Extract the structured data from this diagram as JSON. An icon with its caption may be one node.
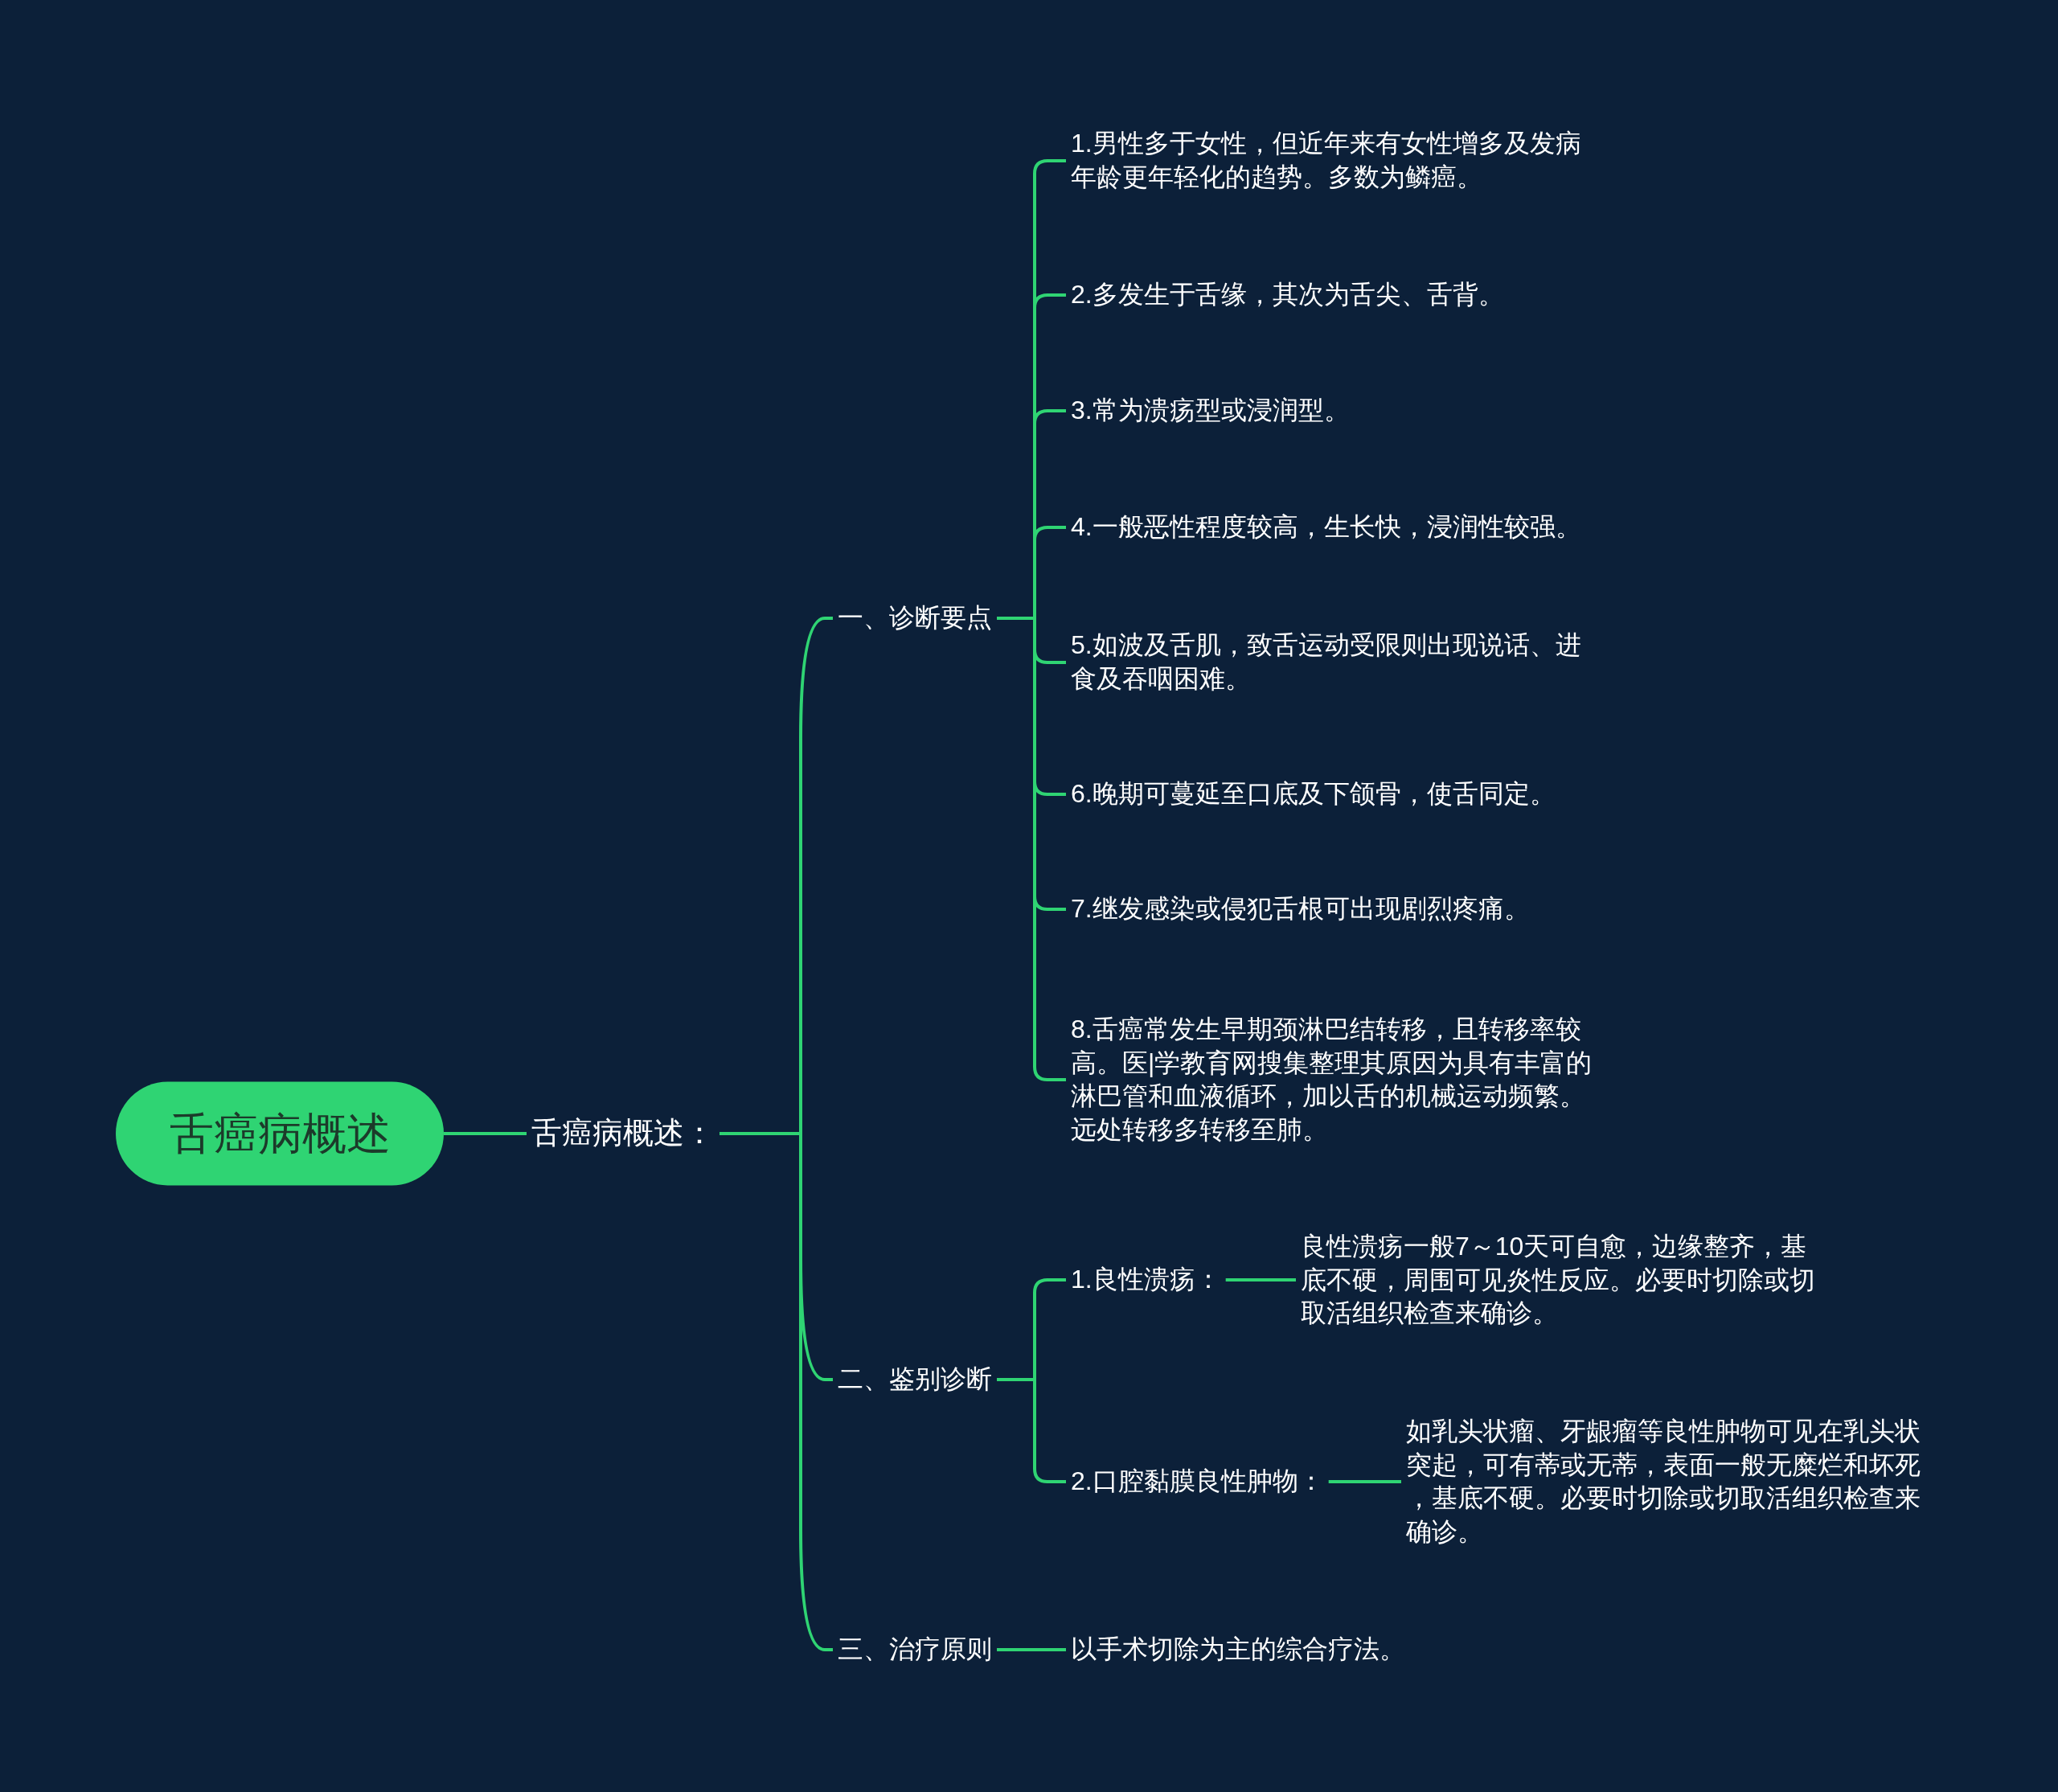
{
  "diagram": {
    "nodes": [
      {
        "text": [
          "舌癌病概述"
        ]
      },
      {
        "text": [
          "舌癌病概述："
        ]
      },
      {
        "text": [
          "一、诊断要点"
        ]
      },
      {
        "text": [
          "1.男性多于女性，但近年来有女性增多及发病年龄更年轻化的趋势。多数为鳞癌。"
        ]
      },
      {
        "text": [
          "2.多发生于舌缘，其次为舌尖、舌背。"
        ]
      },
      {
        "text": [
          "3.常为溃疡型或浸润型。"
        ]
      },
      {
        "text": [
          "4.一般恶性程度较高，生长快，浸润性较强。"
        ]
      },
      {
        "text": [
          "5.如波及舌肌，致舌运动受限则出现说话、进食及吞咽困难。"
        ]
      },
      {
        "text": [
          "6.晚期可蔓延至口底及下颌骨，使舌同定。"
        ]
      },
      {
        "text": [
          "7.继发感染或侵犯舌根可出现剧烈疼痛。"
        ]
      },
      {
        "text": [
          "8.舌癌常发生早期颈淋巴结转移，且转移率较高。医|学教育网搜集整理其原因为具有丰富的淋巴管和血液循环，加以舌的机械运动频繁。远处转移多转移至肺。"
        ]
      },
      {
        "text": [
          "二、鉴别诊断"
        ]
      },
      {
        "text": [
          "1.良性溃疡："
        ]
      },
      {
        "text": [
          "良性溃疡一般7～10天可自愈，边缘整齐，基底不硬，周围可见炎性反应。必要时切除或切取活组织检查来确诊。"
        ]
      },
      {
        "text": [
          "2.口腔黏膜良性肿物："
        ]
      },
      {
        "text": [
          "如乳头状瘤、牙龈瘤等良性肿物可见在乳头状突起，可有蒂或无蒂，表面一般无糜烂和坏死，基底不硬。必要时切除或切取活组织检查来确诊。"
        ]
      },
      {
        "text": [
          "三、治疗原则"
        ]
      },
      {
        "text": [
          "以手术切除为主的综合疗法。"
        ]
      }
    ],
    "edges": [
      {
        "from": 0,
        "to": 1,
        "arrow": "none"
      },
      {
        "from": 1,
        "to": 2,
        "arrow": "none"
      },
      {
        "from": 2,
        "to": 3,
        "arrow": "none"
      },
      {
        "from": 2,
        "to": 4,
        "arrow": "none"
      },
      {
        "from": 2,
        "to": 5,
        "arrow": "none"
      },
      {
        "from": 2,
        "to": 6,
        "arrow": "none"
      },
      {
        "from": 2,
        "to": 7,
        "arrow": "none"
      },
      {
        "from": 2,
        "to": 8,
        "arrow": "none"
      },
      {
        "from": 2,
        "to": 9,
        "arrow": "none"
      },
      {
        "from": 2,
        "to": 10,
        "arrow": "none"
      },
      {
        "from": 1,
        "to": 11,
        "arrow": "none"
      },
      {
        "from": 11,
        "to": 12,
        "arrow": "none"
      },
      {
        "from": 12,
        "to": 13,
        "arrow": "none"
      },
      {
        "from": 11,
        "to": 14,
        "arrow": "none"
      },
      {
        "from": 14,
        "to": 15,
        "arrow": "none"
      },
      {
        "from": 1,
        "to": 16,
        "arrow": "none"
      },
      {
        "from": 16,
        "to": 17,
        "arrow": "none"
      }
    ]
  }
}
